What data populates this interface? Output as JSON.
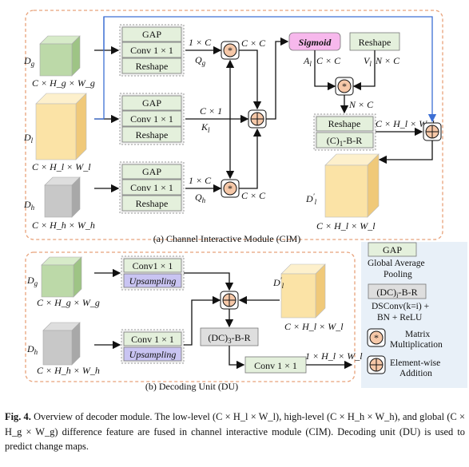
{
  "cim": {
    "title": "(a) Channel Interactive Module (CIM)",
    "inputs": [
      {
        "name": "D_g",
        "name_main": "D",
        "name_sub": "g",
        "shape": "C × H_g × W_g"
      },
      {
        "name": "D_l",
        "name_main": "D",
        "name_sub": "l",
        "shape": "C × H_l × W_l"
      },
      {
        "name": "D_h",
        "name_main": "D",
        "name_sub": "h",
        "shape": "C × H_h × W_h"
      }
    ],
    "branches": [
      {
        "ops": [
          "GAP",
          "Conv 1 × 1",
          "Reshape"
        ],
        "dims": "1 × C",
        "var": "Q_g"
      },
      {
        "ops": [
          "GAP",
          "Conv 1 × 1",
          "Reshape"
        ],
        "dims": "C × 1",
        "var": "K_l"
      },
      {
        "ops": [
          "GAP",
          "Conv 1 × 1",
          "Reshape"
        ],
        "dims": "1 × C",
        "var": "Q_h"
      }
    ],
    "cc_top": "C × C",
    "cc_bottom": "C × C",
    "sigmoid": "Sigmoid",
    "reshape_v": "Reshape",
    "a_label": "A_l",
    "a_dims": "C × C",
    "v_label": "V_l",
    "v_dims": "N × C",
    "nc_label": "N × C",
    "reshape_out": "Reshape",
    "cbr_out": "(C)_1-B-R",
    "out_dims": "C × H_l × W_l",
    "out_name": "D'_l",
    "out_shape": "C × H_l × W_l"
  },
  "du": {
    "title": "(b) Decoding Unit (DU)",
    "inputs": [
      {
        "name": "D_g",
        "name_main": "D",
        "name_sub": "g",
        "shape": "C × H_g × W_g"
      },
      {
        "name": "D_h",
        "name_main": "D",
        "name_sub": "h",
        "shape": "C × H_h × W_h"
      }
    ],
    "top_ops": [
      "Conv1 × 1",
      "Upsampling"
    ],
    "bottom_ops": [
      "Conv 1 × 1",
      "Upsampling"
    ],
    "cbr3": "(DC)_3-B-R",
    "final_conv": "Conv 1 × 1",
    "final_dims": "1 × H_l × W_l",
    "dprime_name": "D'_l",
    "dprime_shape": "C × H_l × W_l"
  },
  "legend": {
    "gap_label": "GAP",
    "gap_desc": [
      "Global Average",
      "Pooling"
    ],
    "dc_label": "(DC)_i-B-R",
    "dc_desc": [
      "DSConv(k=i) +",
      "BN + ReLU"
    ],
    "mm_desc": [
      "Matrix",
      "Multiplication"
    ],
    "ea_desc": [
      "Element-wise",
      "Addition"
    ]
  },
  "caption": {
    "fig": "Fig. 4.",
    "text": " Overview of decoder module. The low-level (C × H_l × W_l), high-level (C × H_h × W_h), and global (C × H_g × W_g) difference feature are fused in channel interactive module (CIM). Decoding unit (DU) is used to predict change maps."
  },
  "colors": {
    "green_cube": "#bcd9a8",
    "yellow_cube": "#fbe3a6",
    "gray_cube": "#c8c8c8",
    "sigmoid": "#f7b8ec",
    "upsampling": "#c9c4f2",
    "frame": "#e8a27a",
    "blue_arrow": "#3c6fd4",
    "op_box": "#e4f0dc",
    "legend_bg": "#e8f0f8"
  }
}
